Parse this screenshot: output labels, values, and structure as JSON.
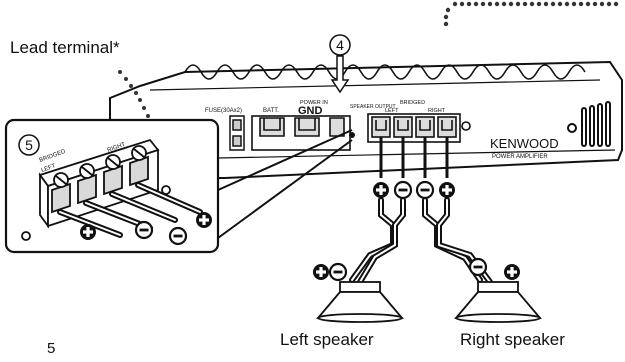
{
  "labels": {
    "lead_terminal": "Lead terminal*",
    "left_speaker": "Left speaker",
    "right_speaker": "Right speaker",
    "cut_off": "5"
  },
  "callouts": {
    "step_four": "4",
    "step_five": "5"
  },
  "amplifier": {
    "brand": "KENWOOD",
    "subtitle": "POWER AMPLIFIER",
    "fuse_label": "FUSE(30Ax2)",
    "power_in_label": "POWER IN",
    "batt_label": "BATT.",
    "gnd_label": "GND",
    "speaker_output_label": "SPEAKER OUTPUT",
    "bridged_label": "BRIDGED",
    "left_label": "LEFT",
    "right_label": "RIGHT"
  },
  "inset": {
    "left_label": "LEFT",
    "right_label": "RIGHT",
    "bridged_label": "BRIDGED"
  },
  "polarity": {
    "plus": "+",
    "minus": "−"
  },
  "colors": {
    "ink": "#111111",
    "paper": "#ffffff",
    "terminal_fill": "#d9d9d9"
  }
}
